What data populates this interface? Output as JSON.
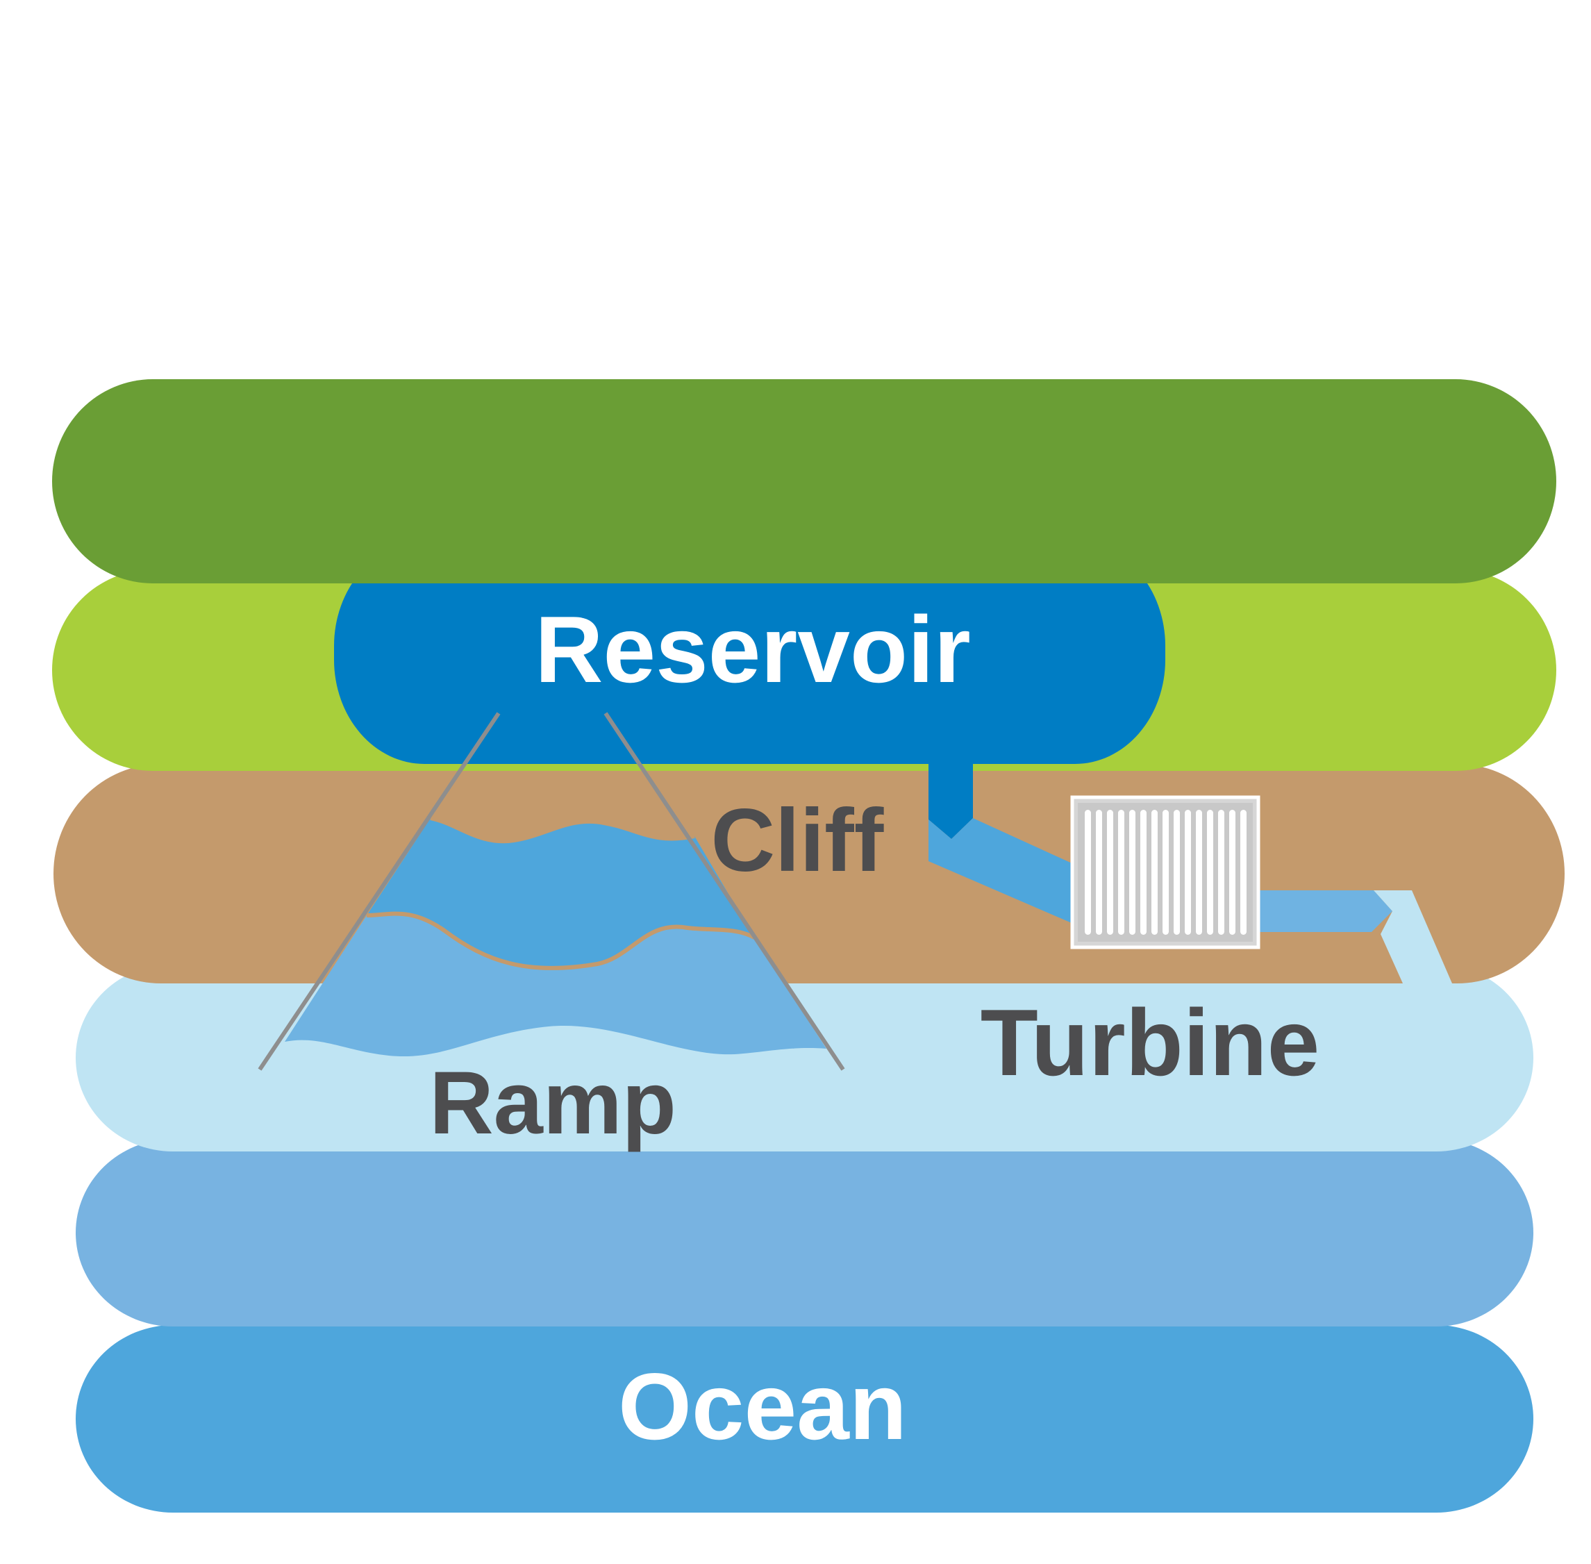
{
  "labels": {
    "reservoir": "Reservoir",
    "cliff": "Cliff",
    "ramp": "Ramp",
    "turbine": "Turbine",
    "ocean": "Ocean"
  },
  "colors": {
    "dark_green": "#6a9e35",
    "light_green": "#a8cf3b",
    "cliff_brown": "#c49a6c",
    "pale_blue": "#bfe4f3",
    "mid_blue": "#78b3e1",
    "ocean_blue": "#4ea6dc",
    "reservoir_blue": "#007dc4",
    "water_blue": "#4ea6dc",
    "pipe_light": "#6fb3e2",
    "ramp_rail": "#8e8e8e",
    "wave_line": "#c49a6c",
    "turbine_grey": "#c8c8c8",
    "text_dark": "#4d4d4f",
    "text_white": "#ffffff"
  }
}
